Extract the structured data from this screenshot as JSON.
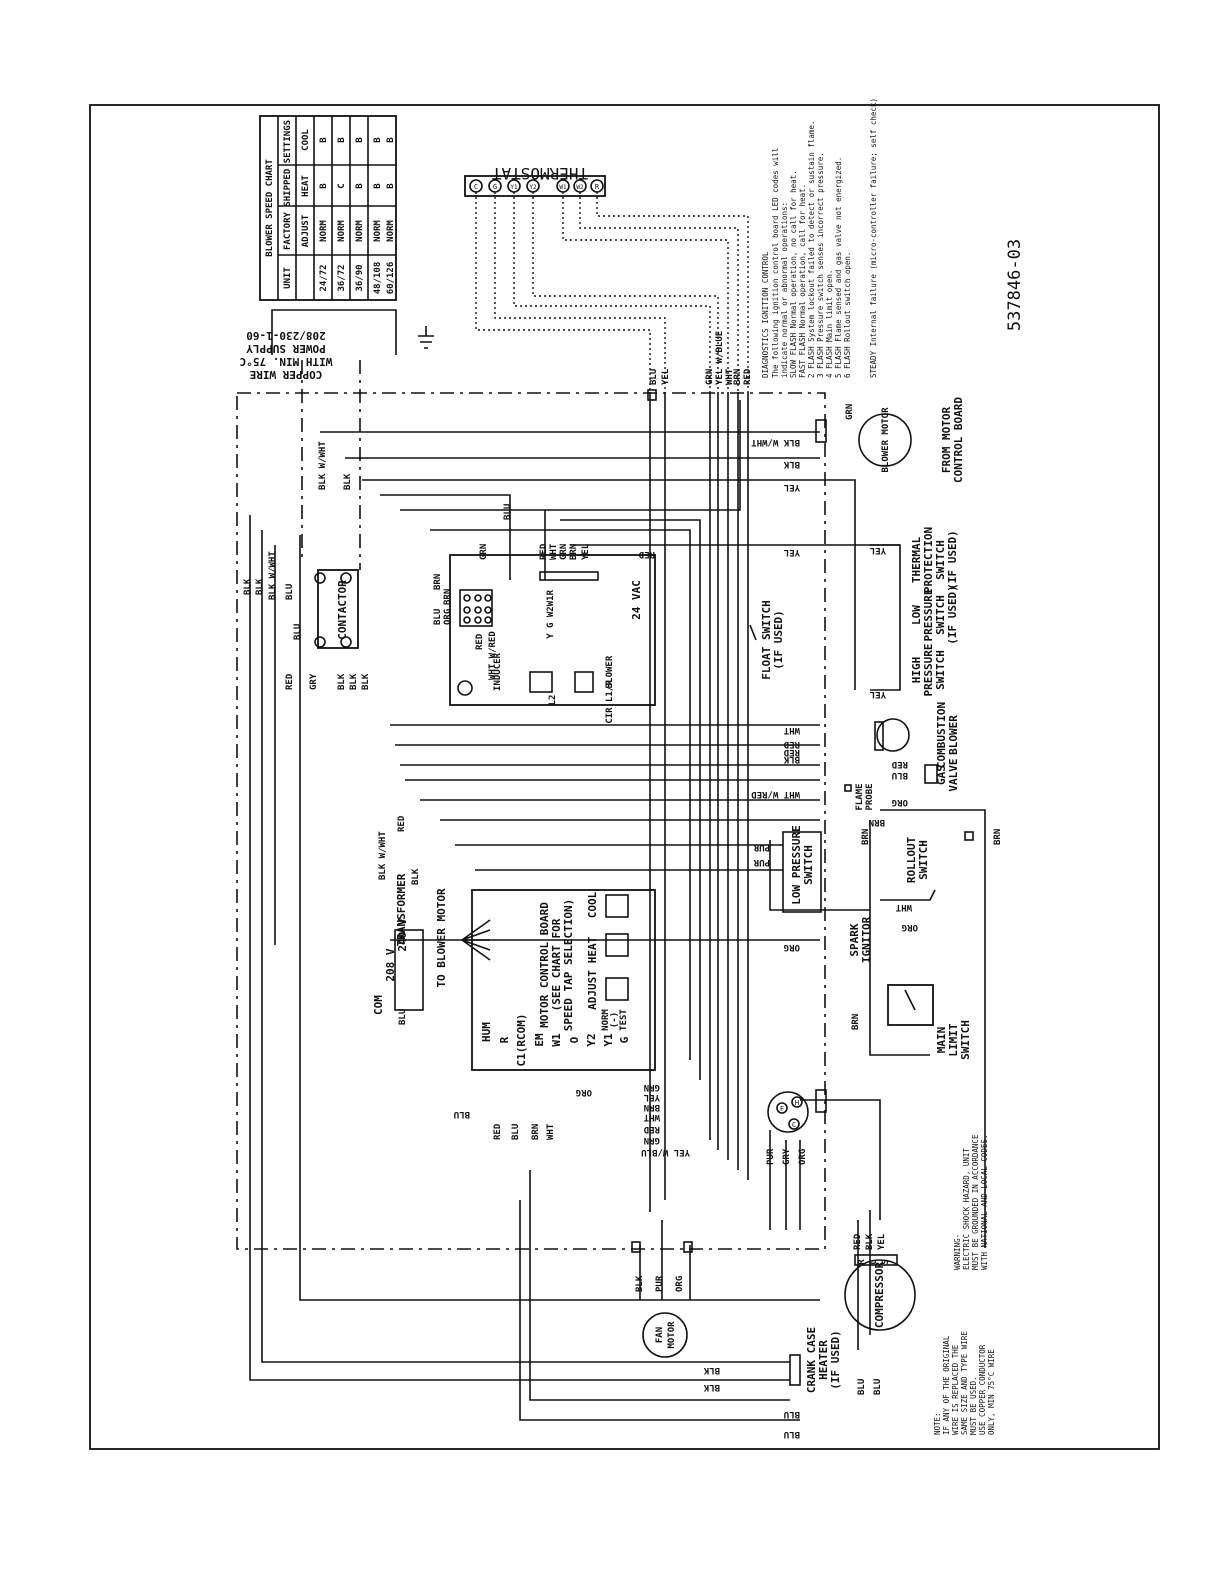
{
  "drawing_number": "537846-03",
  "thermostat": {
    "title": "THERMOSTAT",
    "terminals": [
      "C",
      "G",
      "Y1",
      "Y2",
      "W1",
      "W2",
      "R"
    ]
  },
  "blower_chart": {
    "title": "BLOWER SPEED CHART",
    "col_unit": "UNIT",
    "col_group": "FACTORY SHIPPED SETTINGS",
    "col_adjust": "ADJUST",
    "col_heat": "HEAT",
    "col_cool": "COOL",
    "rows": [
      {
        "unit": "24/72",
        "adjust": "NORM",
        "heat": "B",
        "cool": "B"
      },
      {
        "unit": "36/72",
        "adjust": "NORM",
        "heat": "C",
        "cool": "B"
      },
      {
        "unit": "36/90",
        "adjust": "NORM",
        "heat": "B",
        "cool": "B"
      },
      {
        "unit": "48/108",
        "adjust": "NORM",
        "heat": "B",
        "cool": "B"
      },
      {
        "unit": "60/126",
        "adjust": "NORM",
        "heat": "B",
        "cool": "B"
      }
    ]
  },
  "power_supply": [
    "208/230-1-60",
    "POWER SUPPLY",
    "WITH MIN. 75°C",
    "COPPER WIRE"
  ],
  "diagnostics": {
    "title": "DIAGNOSTICS   IGNITION CONTROL",
    "lines": [
      "The following ignition control board LED codes will",
      "indicate normal or abnormal operations:",
      "SLOW FLASH  Normal operation, no call for heat.",
      "FAST FLASH  Normal operation, call for heat.",
      "2 FLASH  System lockout   failed to detect or sustain flame.",
      "3 FLASH  Pressure switch senses incorrect pressure.",
      "4 FLASH  Main limit open.",
      "5 FLASH  Flame sensed and gas valve not energized.",
      "6 FLASH  Rollout switch open.",
      "STEADY  Internal failure (micro-controller failure; self check)"
    ]
  },
  "components": {
    "blower_motor": "BLOWER MOTOR",
    "from_motor_board": [
      "FROM MOTOR",
      "CONTROL BOARD"
    ],
    "thermal_switch": [
      "THERMAL",
      "PROTECTION",
      "SWITCH",
      "(IF USED)"
    ],
    "low_pressure_switch": [
      "LOW",
      "PRESSURE",
      "SWITCH",
      "(IF USED)"
    ],
    "high_pressure_switch": [
      "HIGH",
      "PRESSURE",
      "SWITCH"
    ],
    "float_switch": [
      "FLOAT SWITCH",
      "(IF USED)"
    ],
    "combustion_blower": [
      "COMBUSTION",
      "BLOWER"
    ],
    "gas_valve": [
      "GAS",
      "VALVE"
    ],
    "flame_probe": [
      "FLAME",
      "PROBE"
    ],
    "rollout_switch": [
      "ROLLOUT",
      "SWITCH"
    ],
    "low_pressure_switch2": [
      "LOW PRESSURE",
      "SWITCH"
    ],
    "spark_ignitor": [
      "SPARK",
      "IGNITOR"
    ],
    "main_limit": [
      "MAIN",
      "LIMIT",
      "SWITCH"
    ],
    "contactor": "CONTACTOR",
    "transformer": "TRANSFORMER",
    "transformer_taps": [
      "COM",
      "208 V",
      "240 V"
    ],
    "ignition_inducer": "INDUCER",
    "ignition_blower": "BLOWER",
    "ignition_vac": "24 VAC",
    "ignition_terminals": "Y G W2W1R",
    "ignition_cir": "CIR L1/R",
    "ignition_l2": "L2",
    "to_blower_motor": "TO BLOWER MOTOR",
    "motor_board": [
      "MOTOR CONTROL BOARD",
      "(SEE CHART FOR",
      "SPEED TAP SELECTION)"
    ],
    "motor_board_taps": [
      "ADJUST",
      "HEAT",
      "COOL"
    ],
    "motor_board_norm": [
      "NORM",
      "(-)",
      "TEST"
    ],
    "motor_board_terminals": [
      "HUM",
      "R",
      "C1(RCOM)",
      "EM",
      "W1",
      "O",
      "Y2",
      "Y1",
      "G"
    ],
    "compressor": "COMPRESSOR",
    "compressor_terms": [
      "R",
      "C",
      "S"
    ],
    "fan_motor": [
      "FAN",
      "MOTOR"
    ],
    "crankcase": [
      "CRANK CASE",
      "HEATER",
      "(IF USED)"
    ],
    "capacitor_terms": [
      "F",
      "C",
      "H"
    ]
  },
  "warning": [
    "WARNING-",
    "ELECTRIC SHOCK HAZARD, UNIT",
    "MUST BE GROUNDED IN ACCORDANCE",
    "WITH NATIONAL AND LOCAL CODES."
  ],
  "note": [
    "NOTE:",
    "IF ANY OF THE ORIGINAL",
    "WIRE IS REPLACED THE",
    "SAME SIZE AND TYPE WIRE",
    "MUST BE USED.",
    "USE COPPER CONDUCTOR",
    "ONLY, MIN 75°C WIRE"
  ],
  "wire_labels": {
    "blk": "BLK",
    "blu": "BLU",
    "red": "RED",
    "yel": "YEL",
    "grn": "GRN",
    "wht": "WHT",
    "brn": "BRN",
    "org": "ORG",
    "pur": "PUR",
    "gry": "GRY",
    "blk_wht": "BLK W/WHT",
    "yel_wblue": "YEL W/BLUE",
    "yel_wblu": "YEL W/BLU",
    "wht_wred": "WHT W/RED",
    "wht_wred2": "WHT W/RED"
  }
}
